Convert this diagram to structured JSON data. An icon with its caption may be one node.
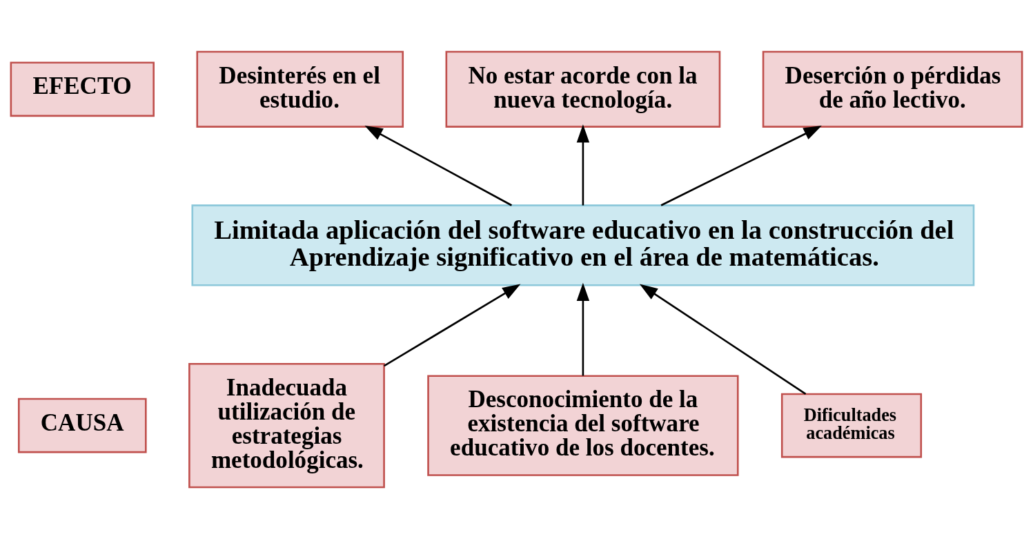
{
  "diagram": {
    "nodes": [
      {
        "text": [
          "EFECTO"
        ]
      },
      {
        "text": [
          "Desinterés en el estudio."
        ]
      },
      {
        "text": [
          "No estar acorde con la nueva tecnología."
        ]
      },
      {
        "text": [
          "Deserción o pérdidas de año lectivo."
        ]
      },
      {
        "text": [
          "Limitada aplicación del software educativo en la construcción del Aprendizaje significativo en el área de matemáticas."
        ]
      },
      {
        "text": [
          "CAUSA"
        ]
      },
      {
        "text": [
          "Inadecuada utilización de estrategias metodológicas."
        ]
      },
      {
        "text": [
          "Desconocimiento de la existencia del software educativo de los docentes."
        ]
      },
      {
        "text": [
          "Dificultades académicas"
        ]
      }
    ],
    "edges": [
      {
        "from": 4,
        "to": 1,
        "arrow": "to"
      },
      {
        "from": 4,
        "to": 2,
        "arrow": "to"
      },
      {
        "from": 4,
        "to": 3,
        "arrow": "to"
      },
      {
        "from": 6,
        "to": 4,
        "arrow": "to"
      },
      {
        "from": 7,
        "to": 4,
        "arrow": "to"
      },
      {
        "from": 8,
        "to": 4,
        "arrow": "to"
      }
    ]
  }
}
